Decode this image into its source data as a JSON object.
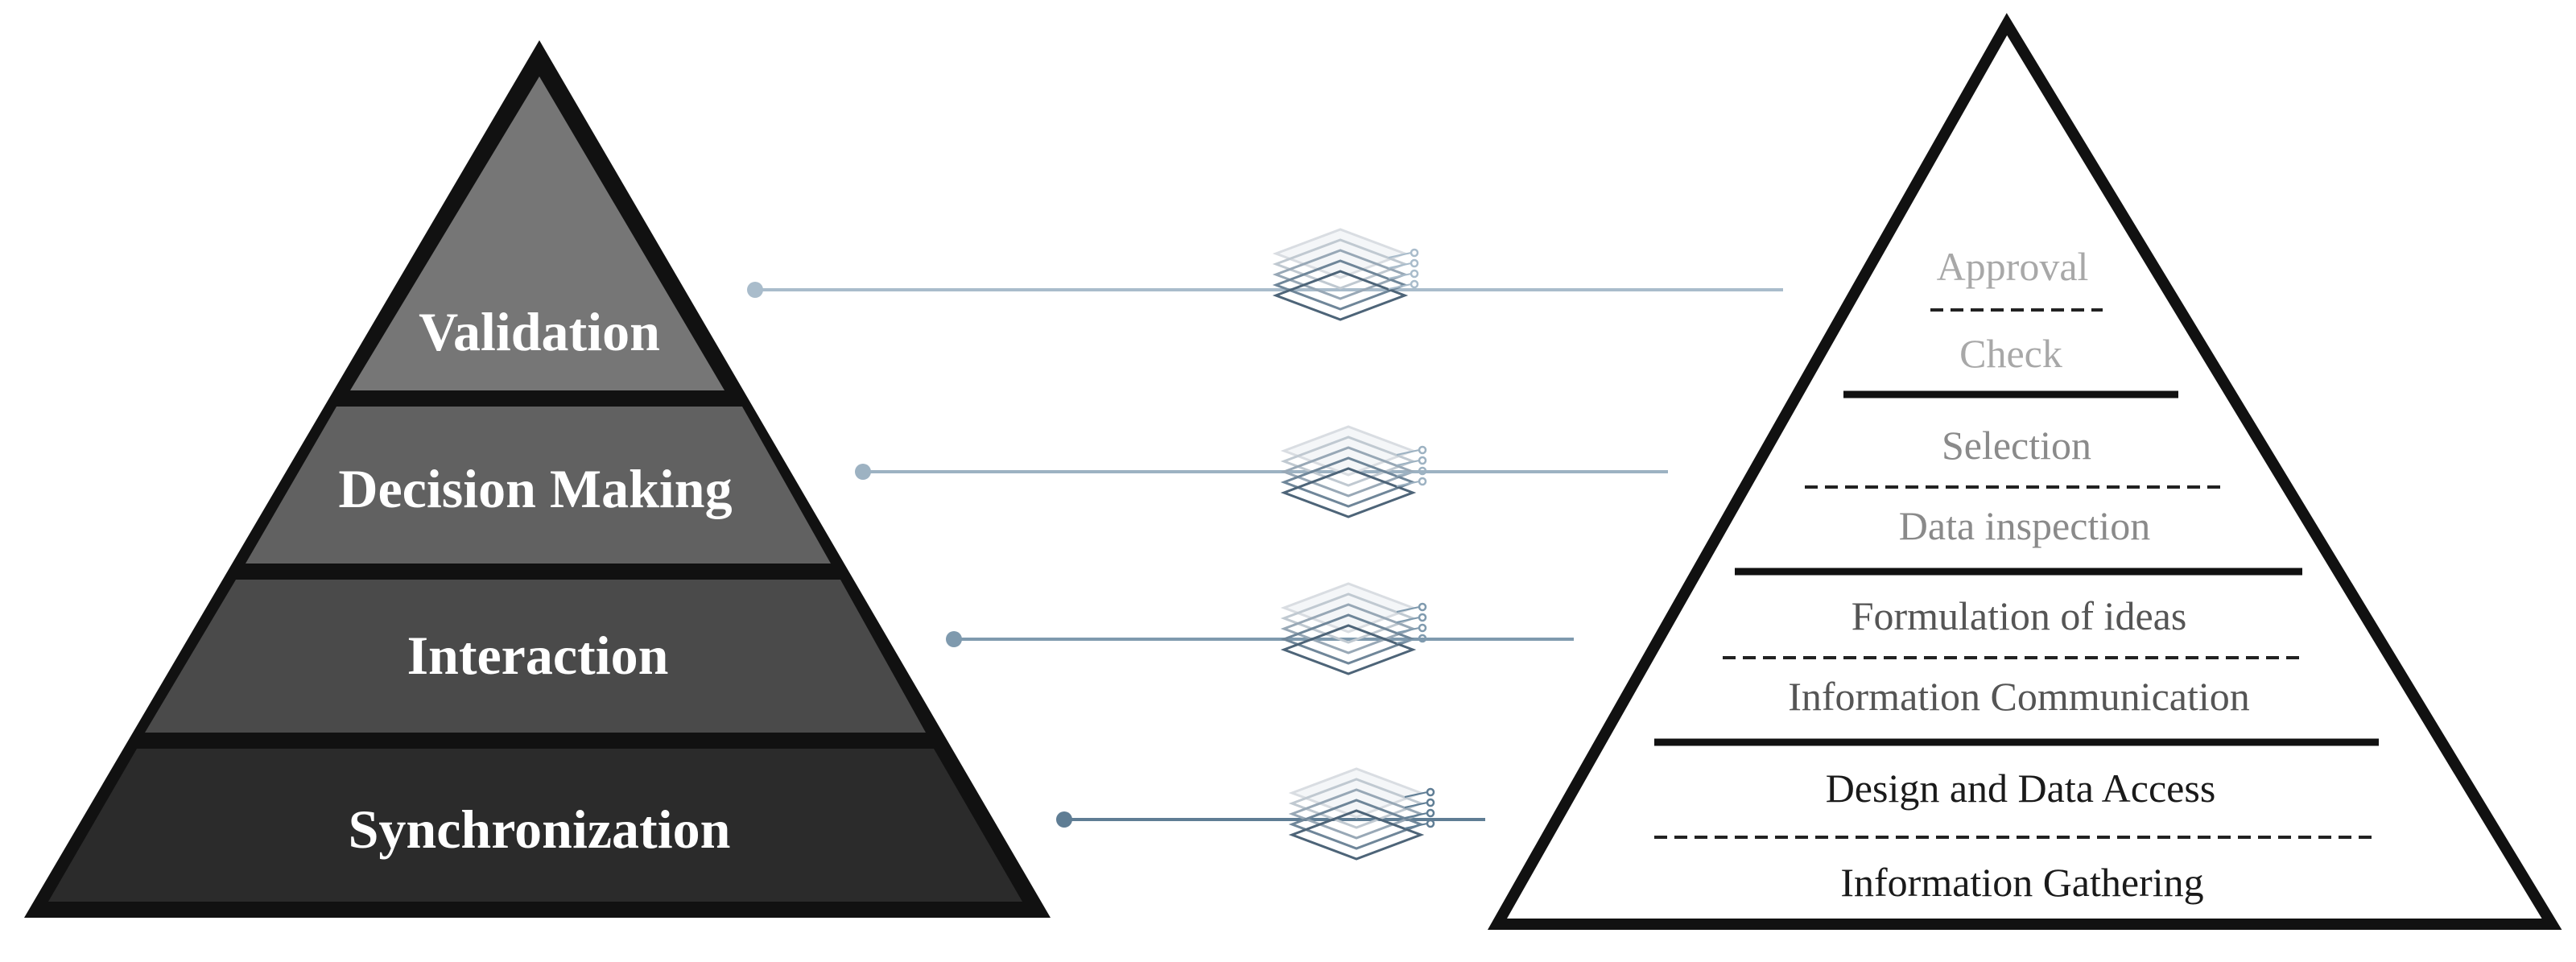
{
  "left_pyramid": {
    "levels": [
      {
        "label": "Validation",
        "fill": "#767676"
      },
      {
        "label": "Decision Making",
        "fill": "#616161"
      },
      {
        "label": "Interaction",
        "fill": "#4a4a4a"
      },
      {
        "label": "Synchronization",
        "fill": "#2b2b2b"
      }
    ],
    "outline": "#111111"
  },
  "right_pyramid": {
    "items": [
      {
        "label": "Approval",
        "color": "#a8a8a8"
      },
      {
        "label": "Check",
        "color": "#a8a8a8"
      },
      {
        "label": "Selection",
        "color": "#8a8a8a"
      },
      {
        "label": "Data inspection",
        "color": "#8a8a8a"
      },
      {
        "label": "Formulation of ideas",
        "color": "#555555"
      },
      {
        "label": "Information Communication",
        "color": "#555555"
      },
      {
        "label": "Design and Data Access",
        "color": "#1a1a1a"
      },
      {
        "label": "Information Gathering",
        "color": "#1a1a1a"
      }
    ]
  },
  "connectors": [
    {
      "color": "#a9bccb",
      "icon": "layers-icon"
    },
    {
      "color": "#9db2c2",
      "icon": "layers-icon"
    },
    {
      "color": "#7f9aae",
      "icon": "layers-icon"
    },
    {
      "color": "#5f7d94",
      "icon": "layers-icon"
    }
  ]
}
